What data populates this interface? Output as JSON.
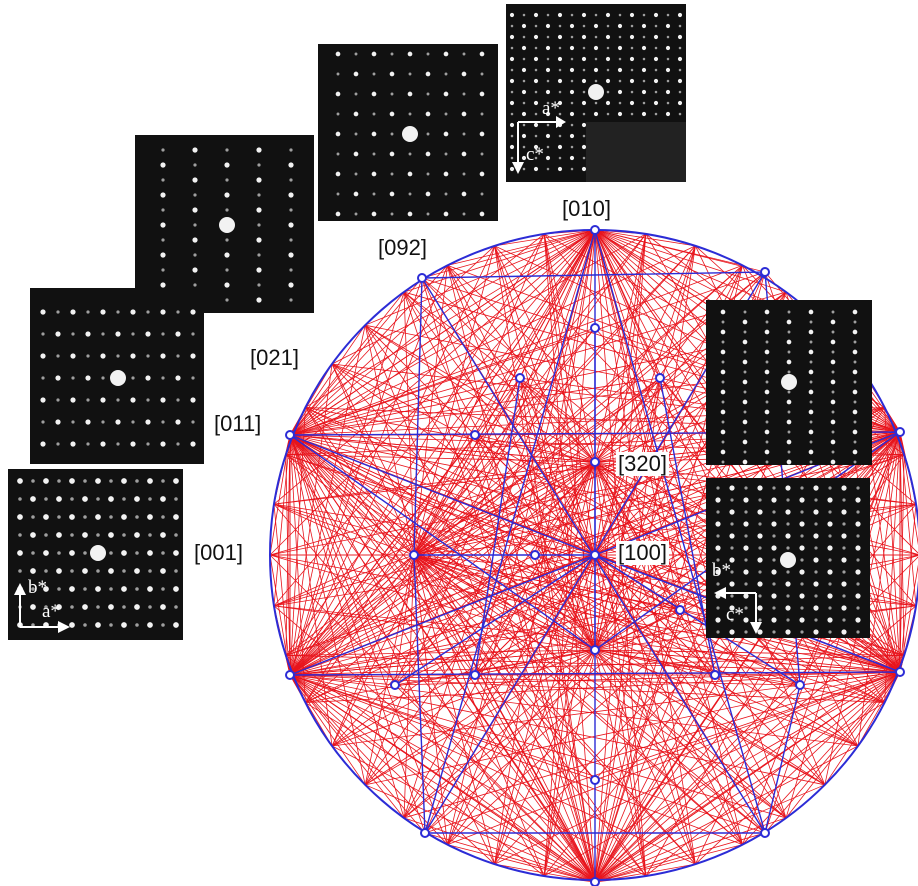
{
  "colors": {
    "kikuchi_lines": "#e8141c",
    "zone_lines": "#2c2cd6",
    "background": "#ffffff",
    "pattern_background": "#111111"
  },
  "zone_axes": [
    {
      "label": "[010]"
    },
    {
      "label": "[092]"
    },
    {
      "label": "[021]"
    },
    {
      "label": "[011]"
    },
    {
      "label": "[001]"
    },
    {
      "label": "[320]"
    },
    {
      "label": "[100]"
    }
  ],
  "diffraction_patterns": [
    {
      "id": "p1"
    },
    {
      "id": "p2"
    },
    {
      "id": "p3"
    },
    {
      "id": "p4"
    },
    {
      "id": "p5"
    },
    {
      "id": "p6"
    },
    {
      "id": "p7"
    }
  ],
  "axis_labels": {
    "pattern_010": {
      "horizontal": "a*",
      "vertical": "c*"
    },
    "pattern_001": {
      "vertical": "b*",
      "horizontal": "a*"
    },
    "pattern_100": {
      "horizontal": "b*",
      "vertical": "c*"
    }
  }
}
